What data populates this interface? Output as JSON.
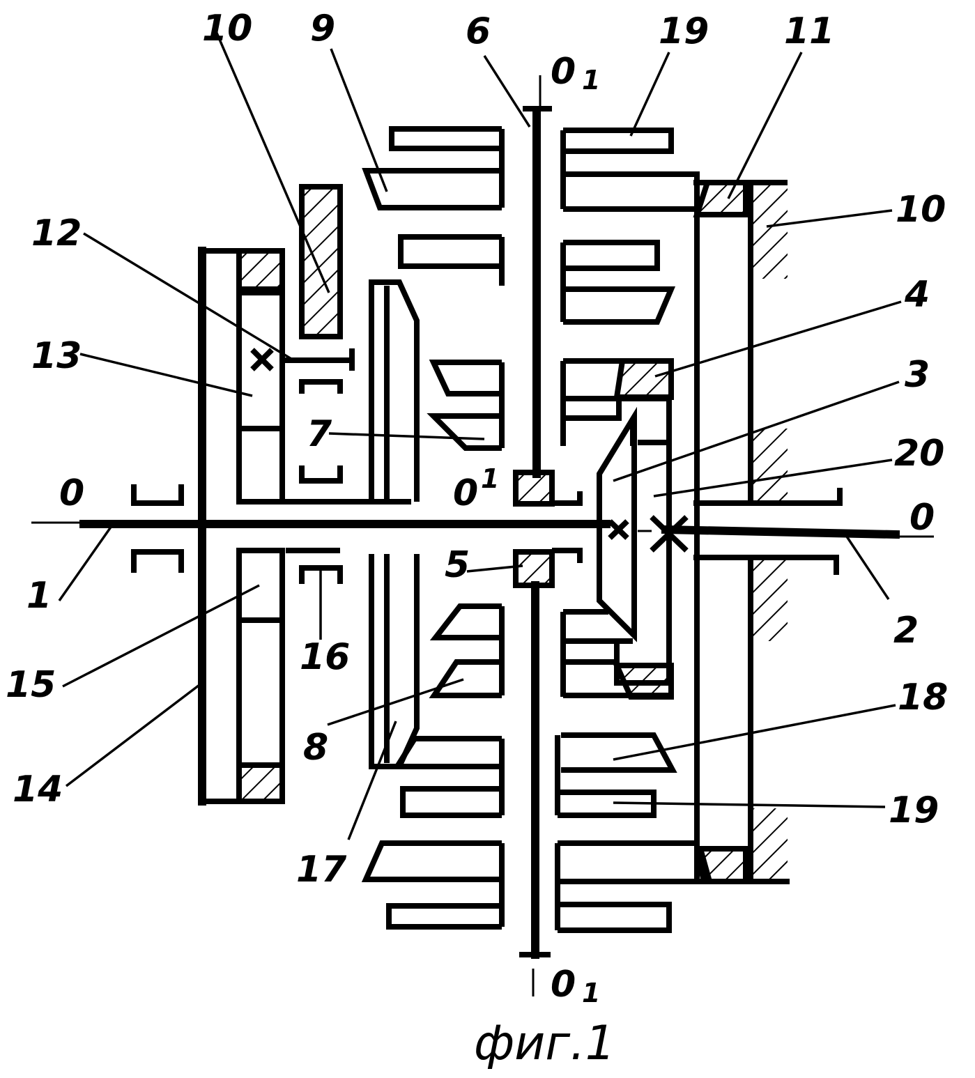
{
  "caption": "фиг.1",
  "axes": {
    "horizontal_left": "0",
    "horizontal_right": "0",
    "vertical_top": "0",
    "vertical_top_sub": "1",
    "vertical_bottom": "0",
    "vertical_bottom_sub": "1",
    "center": "0",
    "center_sup": "1"
  },
  "labels": {
    "l1": "1",
    "l2": "2",
    "l3": "3",
    "l4": "4",
    "l5": "5",
    "l6": "6",
    "l7": "7",
    "l8": "8",
    "l9": "9",
    "l10a": "10",
    "l10b": "10",
    "l11": "11",
    "l12": "12",
    "l13": "13",
    "l14": "14",
    "l15": "15",
    "l16": "16",
    "l17": "17",
    "l18": "18",
    "l19a": "19",
    "l19b": "19",
    "l20": "20"
  }
}
